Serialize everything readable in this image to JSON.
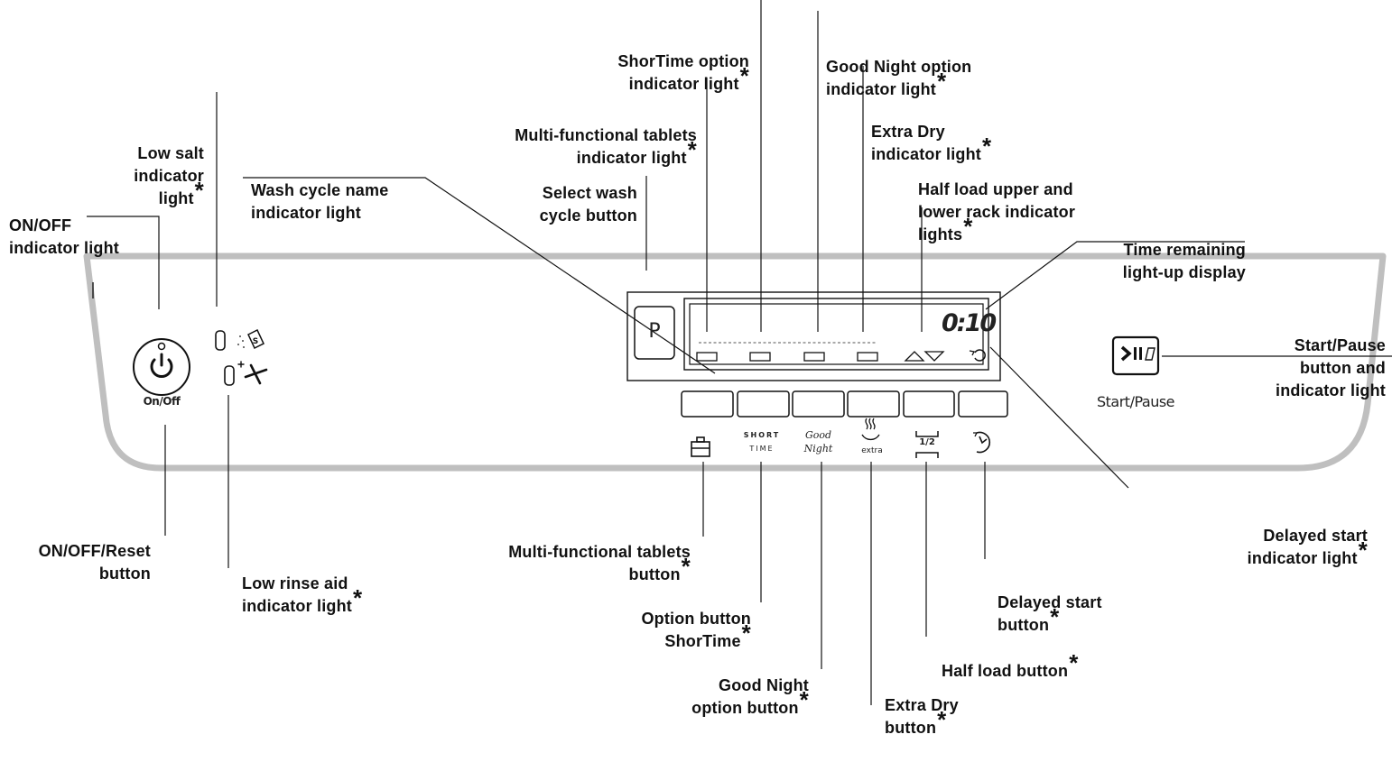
{
  "panel": {
    "onoff_label": "On/Off",
    "program_key": "P",
    "display_time": "0:10",
    "start_pause_label": "Start/Pause",
    "short_time_top": "SHORT",
    "short_time_bottom": "TIME",
    "good_night_top": "Good",
    "good_night_bottom": "Night",
    "extra_label": "extra",
    "half_label": "1/2",
    "salt_symbol": "S"
  },
  "callouts": {
    "onoff_indicator": [
      "ON/OFF",
      "indicator light"
    ],
    "low_salt": [
      "Low salt",
      "indicator",
      "light"
    ],
    "wash_cycle_name": [
      "Wash cycle name",
      "indicator light"
    ],
    "select_wash": [
      "Select wash",
      "cycle button"
    ],
    "multi_tablets_light": [
      "Multi-functional tablets",
      "indicator light"
    ],
    "shortime_light": [
      "ShorTime option",
      "indicator light"
    ],
    "good_night_light": [
      "Good Night option",
      "indicator light"
    ],
    "extra_dry_light": [
      "Extra Dry",
      "indicator light"
    ],
    "half_load_lights": [
      "Half load upper and",
      "lower rack indicator",
      "lights"
    ],
    "time_remaining": [
      "Time remaining",
      "light-up display"
    ],
    "start_pause": [
      "Start/Pause",
      "button and",
      "indicator light"
    ],
    "onoff_reset": [
      "ON/OFF/Reset",
      "button"
    ],
    "low_rinse": [
      "Low rinse aid",
      "indicator light"
    ],
    "multi_tablets_button": [
      "Multi-functional tablets",
      "button"
    ],
    "shortime_button": [
      "Option button",
      "ShorTime"
    ],
    "good_night_button": [
      "Good Night",
      "option button"
    ],
    "extra_dry_button": [
      "Extra Dry",
      "button"
    ],
    "half_load_button": [
      "Half load button"
    ],
    "delayed_start_button": [
      "Delayed start",
      "button"
    ],
    "delayed_start_light": [
      "Delayed start",
      "indicator light"
    ],
    "asterisk": "*"
  }
}
